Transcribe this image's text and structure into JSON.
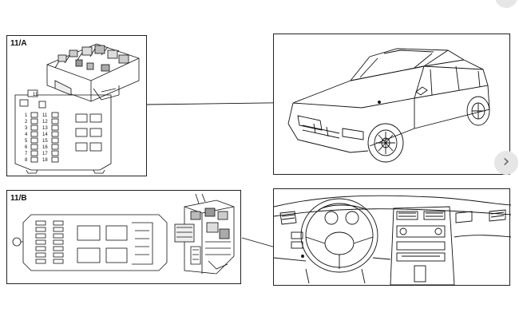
{
  "panels": {
    "fuse_box_a": {
      "label": "11/A"
    },
    "fuse_box_b": {
      "label": "11/B"
    }
  },
  "fuse_numbers_a": {
    "left": [
      "1",
      "2",
      "3",
      "4",
      "5",
      "6",
      "7",
      "8"
    ],
    "right": [
      "11",
      "12",
      "13",
      "14",
      "15",
      "16",
      "17",
      "18"
    ],
    "top": "11"
  },
  "nav": {
    "next_icon": "chevron-right-icon",
    "close_icon": "close-icon",
    "next_glyph": "›"
  }
}
